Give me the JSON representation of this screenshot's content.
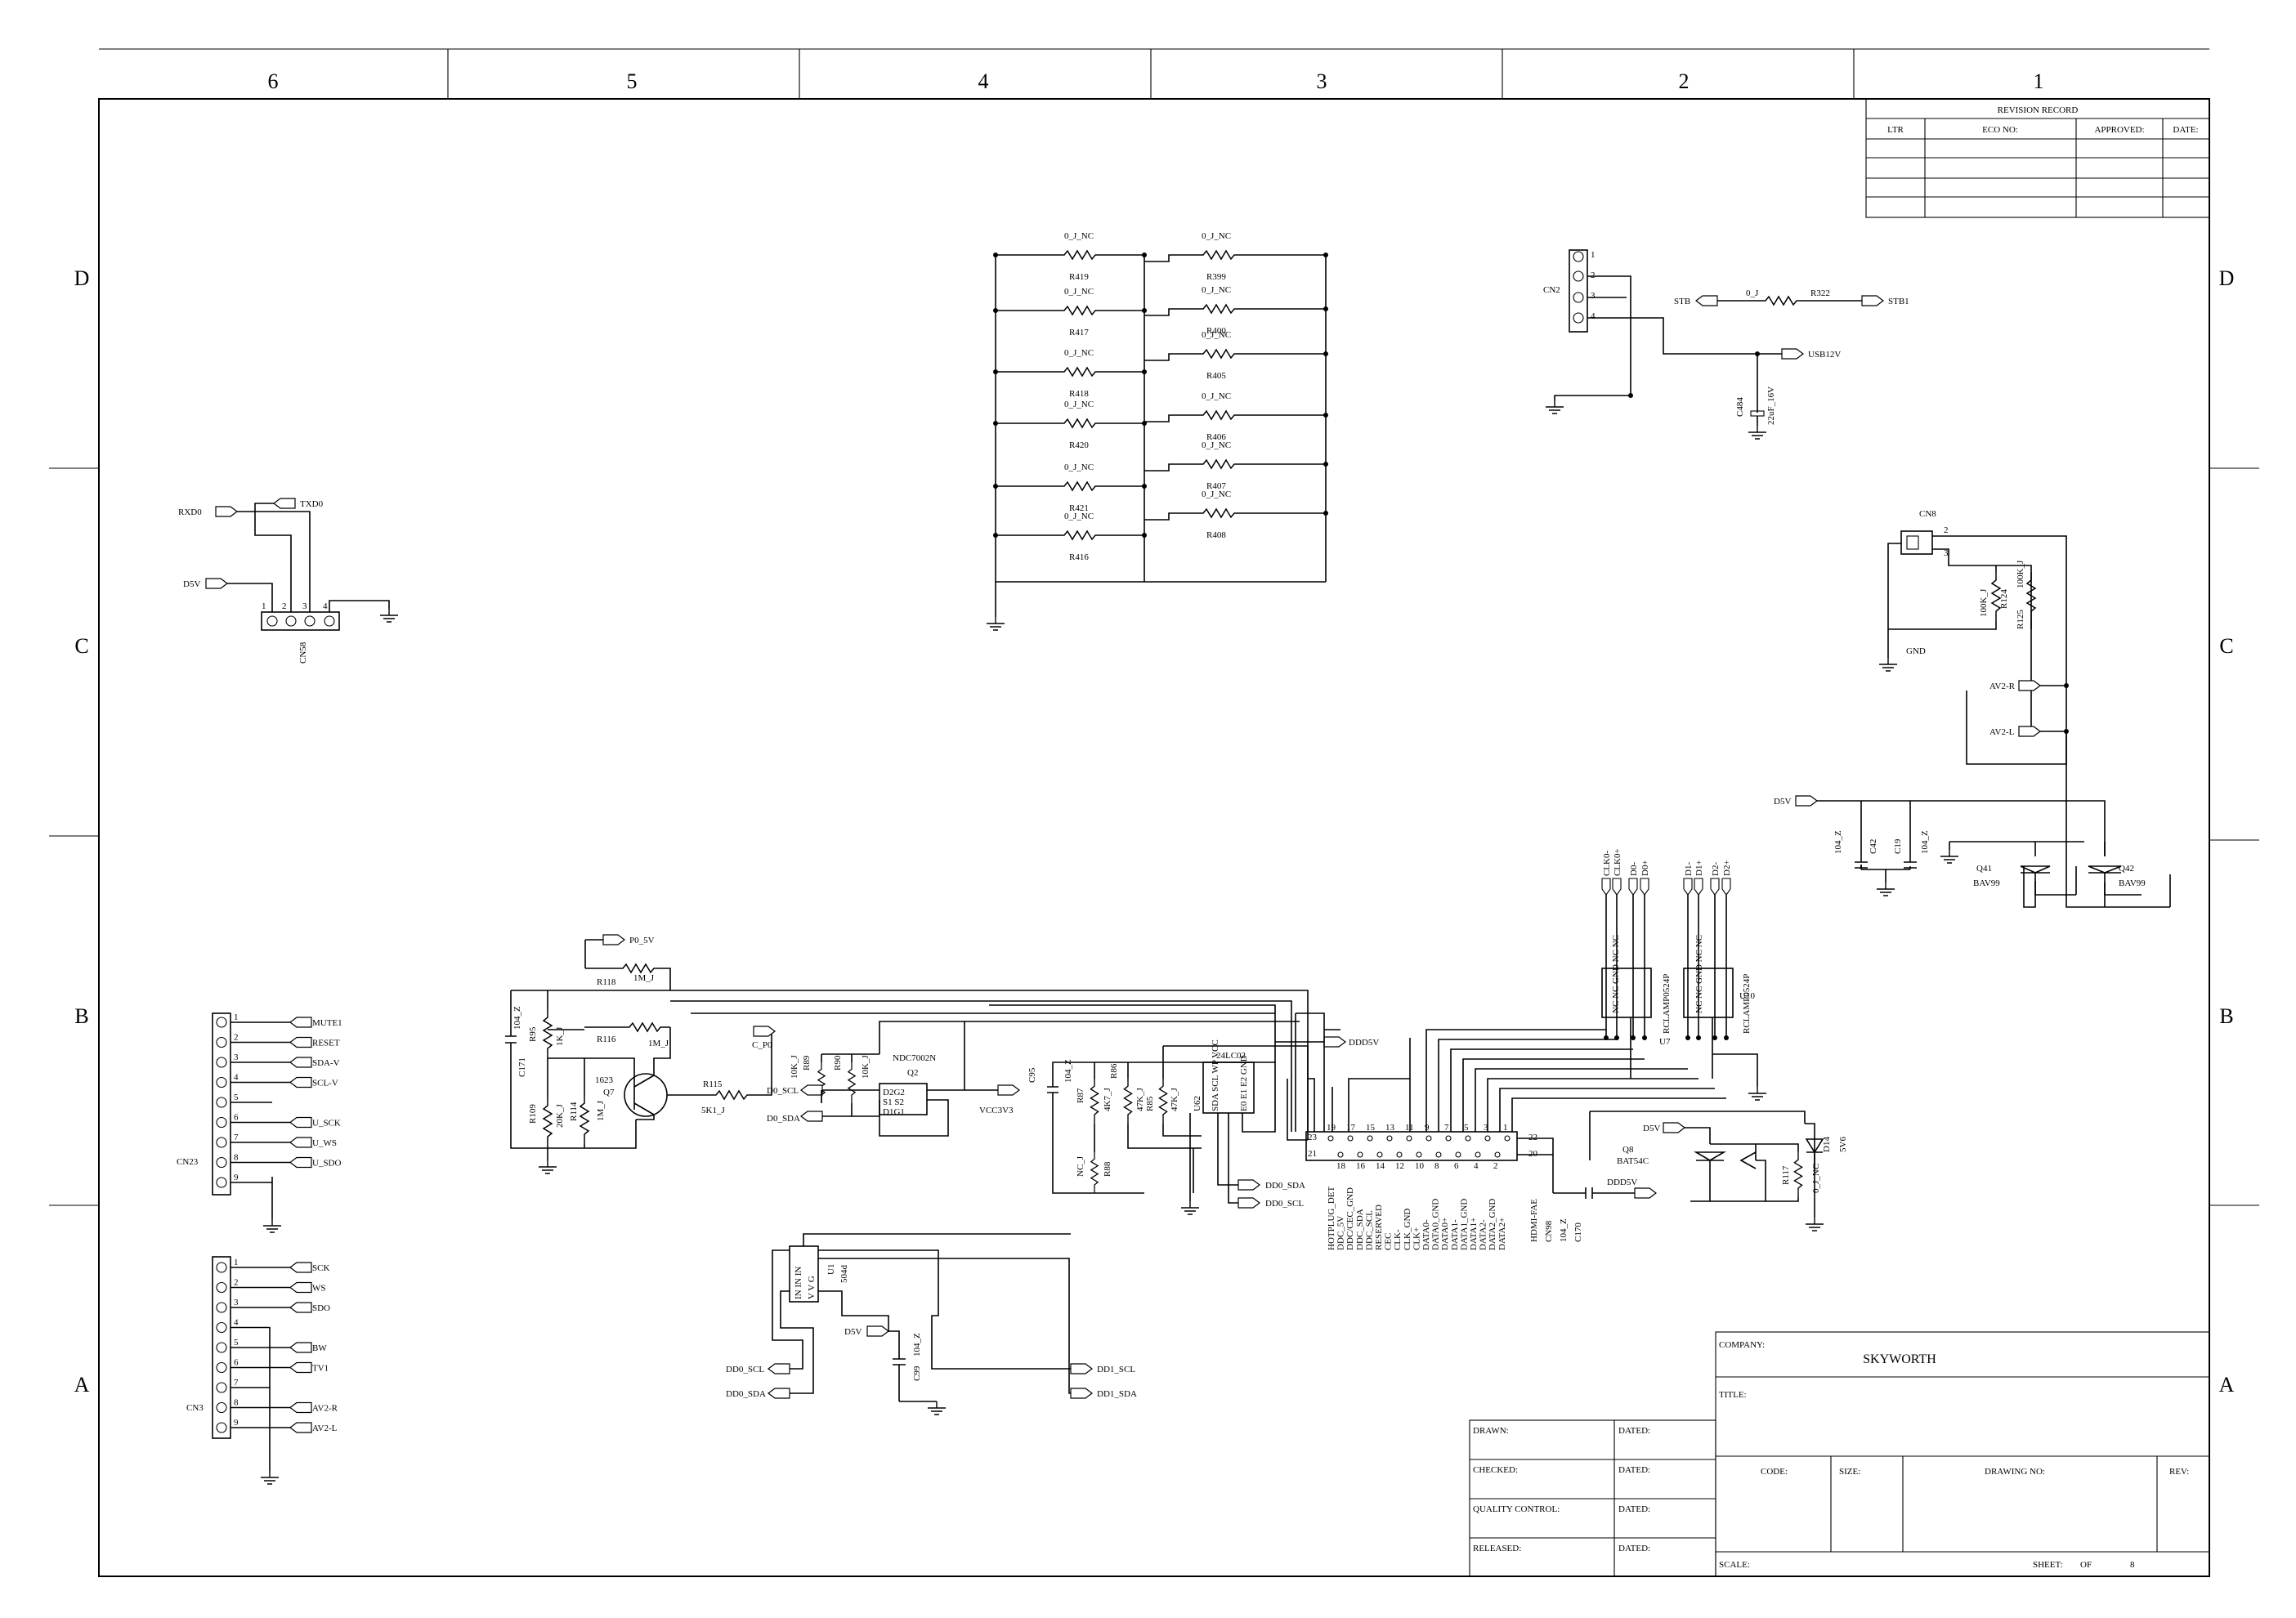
{
  "zones": {
    "columns": [
      "6",
      "5",
      "4",
      "3",
      "2",
      "1"
    ],
    "rows": [
      "D",
      "C",
      "B",
      "A"
    ]
  },
  "revision": {
    "title": "REVISION RECORD",
    "headers": [
      "LTR",
      "ECO NO:",
      "APPROVED:",
      "DATE:"
    ]
  },
  "title_block": {
    "company_label": "COMPANY:",
    "company": "SKYWORTH",
    "title_label": "TITLE:",
    "drawn": "DRAWN:",
    "checked": "CHECKED:",
    "quality": "QUALITY CONTROL:",
    "released": "RELEASED:",
    "dated": "DATED:",
    "code": "CODE:",
    "size": "SIZE:",
    "drawing_no": "DRAWING NO:",
    "rev": "REV:",
    "scale": "SCALE:",
    "sheet": "SHEET:",
    "of": "OF",
    "sheet_no": "8"
  },
  "resistor_array": {
    "left": [
      {
        "ref": "R419",
        "val": "0_J_NC"
      },
      {
        "ref": "R417",
        "val": "0_J_NC"
      },
      {
        "ref": "R418",
        "val": "0_J_NC"
      },
      {
        "ref": "R420",
        "val": "0_J_NC"
      },
      {
        "ref": "R421",
        "val": "0_J_NC"
      },
      {
        "ref": "R416",
        "val": "0_J_NC"
      }
    ],
    "right": [
      {
        "ref": "R399",
        "val": "0_J_NC"
      },
      {
        "ref": "R400",
        "val": "0_J_NC"
      },
      {
        "ref": "R405",
        "val": "0_J_NC"
      },
      {
        "ref": "R406",
        "val": "0_J_NC"
      },
      {
        "ref": "R407",
        "val": "0_J_NC"
      },
      {
        "ref": "R408",
        "val": "0_J_NC"
      }
    ]
  },
  "cn2": {
    "ref": "CN2",
    "pins": [
      "1",
      "2",
      "3",
      "4"
    ],
    "stb": "STB",
    "r322": "R322",
    "r322_val": "0_J",
    "stb1": "STB1",
    "usb": "USB12V",
    "cap": "C484",
    "cap_val": "22uF_16V"
  },
  "cn58": {
    "ref": "CN58",
    "pins": [
      "1",
      "2",
      "3",
      "4"
    ],
    "rxd": "RXD0",
    "txd": "TXD0",
    "d5v": "D5V"
  },
  "cn8": {
    "ref": "CN8",
    "pin2": "2",
    "pin3": "3",
    "r124": "R124",
    "r124_val": "100K_J",
    "r125": "R125",
    "r125_val": "100K_J",
    "gnd": "GND",
    "av2r": "AV2-R",
    "av2l": "AV2-L"
  },
  "protect": {
    "d5v": "D5V",
    "c42": "C42",
    "c42_val": "104_Z",
    "c19": "C19",
    "c19_val": "104_Z",
    "q41": "Q41",
    "q41_val": "BAV99",
    "q42": "Q42",
    "q42_val": "BAV99"
  },
  "cn23": {
    "ref": "CN23",
    "pins": [
      "1",
      "2",
      "3",
      "4",
      "5",
      "6",
      "7",
      "8",
      "9"
    ],
    "nets": [
      "MUTE1",
      "RESET",
      "SDA-V",
      "SCL-V",
      "",
      "U_SCK",
      "U_WS",
      "U_SDO",
      ""
    ]
  },
  "cn3": {
    "ref": "CN3",
    "pins": [
      "1",
      "2",
      "3",
      "4",
      "5",
      "6",
      "7",
      "8",
      "9"
    ],
    "nets": [
      "SCK",
      "WS",
      "SDO",
      "",
      "BW",
      "TV1",
      "",
      "AV2-R",
      "AV2-L"
    ]
  },
  "transistor_block": {
    "p05v": "P0_5V",
    "r118": "R118",
    "r118_val": "1M_J",
    "r116": "R116",
    "r116_val": "1M_J",
    "c171": "C171",
    "c171_val": "104_Z",
    "r95": "R95",
    "r95_val": "1K_J",
    "r109": "R109",
    "r109_val": "20K_J",
    "r114": "R114",
    "r114_val": "1M_J",
    "q7": "Q7",
    "q7_val": "1623",
    "r115": "R115",
    "r115_val": "5K1_J",
    "cpo": "C_P0"
  },
  "fet_block": {
    "r89": "R89",
    "r89_val": "10K_J",
    "r90": "R90",
    "r90_val": "10K_J",
    "d0scl": "D0_SCL",
    "d0sda": "D0_SDA",
    "q2": "Q2",
    "q2_val": "NDC7002N",
    "pins_top": "D2G2",
    "pins_mid": "S1 S2",
    "pins_bot": "D1G1",
    "vcc": "VCC3V3"
  },
  "eeprom_block": {
    "c95": "C95",
    "c95_val": "104_Z",
    "r87": "R87",
    "r87_val": "4K7_J",
    "r86": "R86",
    "r86_val": "47K_J",
    "r85": "R85",
    "r85_val": "47K_J",
    "r88": "R88",
    "r88_val": "NC_J",
    "ic": "24LC02",
    "ic_ref": "U62",
    "ic_pins": "SDA SCL WP VCC",
    "ic_pins2": "E0 E1 E2 GND",
    "dd0sda": "DD0_SDA",
    "dd0scl": "DD0_SCL",
    "ddd5v": "DDD5V"
  },
  "hdmi": {
    "ref": "CN98",
    "part": "HDMI-FAE",
    "pins_top": [
      "19",
      "17",
      "15",
      "13",
      "11",
      "9",
      "7",
      "5",
      "3",
      "1"
    ],
    "pins_bot": [
      "18",
      "16",
      "14",
      "12",
      "10",
      "8",
      "6",
      "4",
      "2"
    ],
    "pin_23": "23",
    "pin_21": "21",
    "pin_22": "22",
    "pin_20": "20",
    "signals": [
      "HOTPLUG_DET",
      "DDC_5V",
      "DDC/CEC_GND",
      "DDC_SDA",
      "DDC_SCL",
      "RESERVED",
      "CEC",
      "CLK-",
      "CLK_GND",
      "CLK+",
      "DATA0-",
      "DATA0_GND",
      "DATA0+",
      "DATA1-",
      "DATA1_GND",
      "DATA1+",
      "DATA2-",
      "DATA2_GND",
      "DATA2+"
    ],
    "c170": "C170",
    "c170_val": "104_Z",
    "ddd5v": "DDD5V"
  },
  "tvs": {
    "u10": "U10",
    "u7": "U7",
    "part": "RCLAMP0524P",
    "nets_left": [
      "CLK0-",
      "CLK0+",
      "D0-",
      "D0+"
    ],
    "nets_right": [
      "D1-",
      "D1+",
      "D2-",
      "D2+"
    ],
    "pin_labels": "NC NC GND NC NC"
  },
  "diode_block": {
    "d5v": "D5V",
    "q8": "Q8",
    "q8_val": "BAT54C",
    "r117": "R117",
    "r117_val": "0_J_NC",
    "d14": "D14",
    "d14_val": "5V6"
  },
  "u1": {
    "ref": "U1",
    "part": "504d",
    "pins": "IN IN IN",
    "pins2": "V V G",
    "d5v": "D5V",
    "c99": "C99",
    "c99_val": "104_Z",
    "dd0scl": "DD0_SCL",
    "dd0sda": "DD0_SDA",
    "dd1scl": "DD1_SCL",
    "dd1sda": "DD1_SDA"
  }
}
